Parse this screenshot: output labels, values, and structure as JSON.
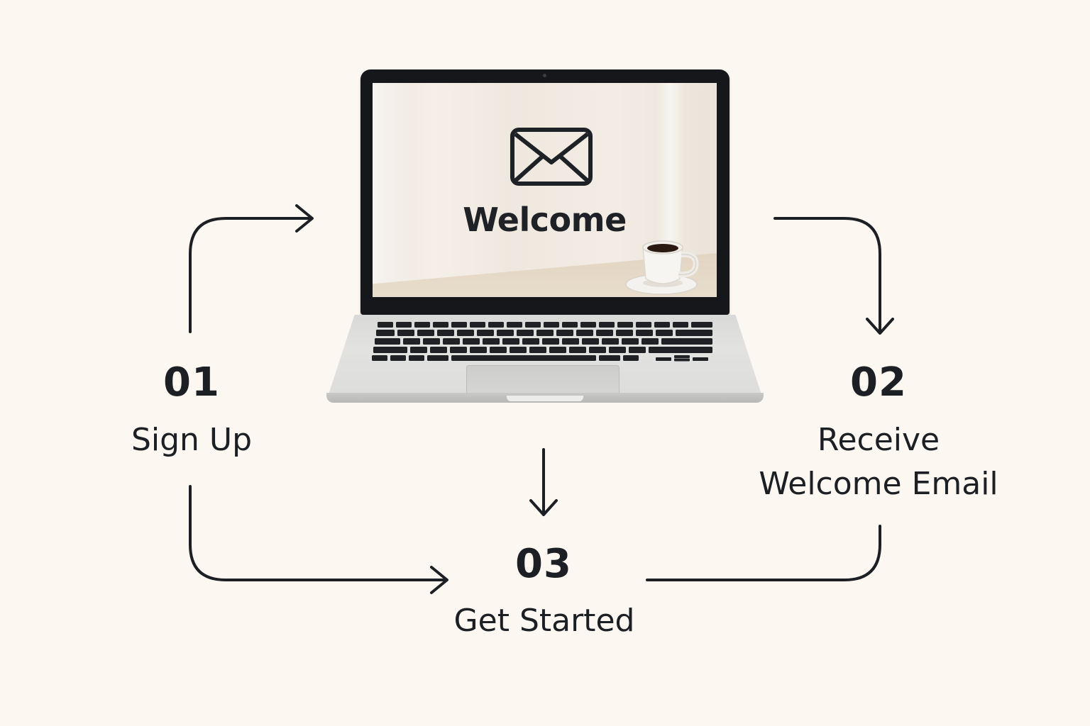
{
  "laptop_screen": {
    "welcome_text": "Welcome"
  },
  "steps": [
    {
      "number": "01",
      "label_lines": [
        "Sign Up"
      ]
    },
    {
      "number": "02",
      "label_lines": [
        "Receive",
        "Welcome Email"
      ]
    },
    {
      "number": "03",
      "label_lines": [
        "Get Started"
      ]
    }
  ],
  "colors": {
    "background": "#fcf8f1",
    "ink": "#1c1f24",
    "screen_bezel": "#15171a",
    "laptop_body": "#dcdcdb"
  },
  "icons": {
    "screen_icon": "mail-envelope-icon",
    "screen_decor": "coffee-cup-icon"
  }
}
